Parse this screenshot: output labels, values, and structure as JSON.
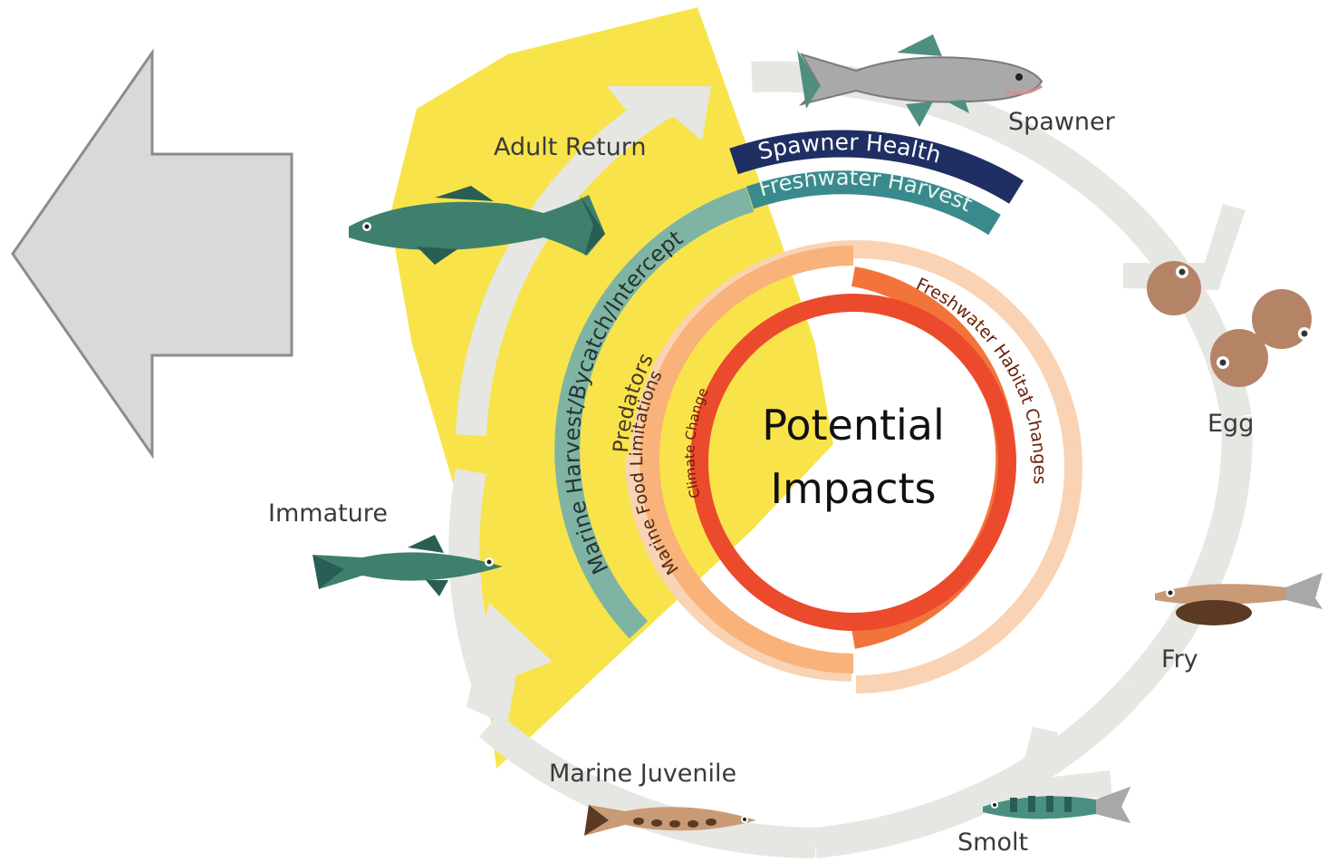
{
  "diagram": {
    "center_title_line1": "Potential",
    "center_title_line2": "Impacts",
    "stages": {
      "spawner": "Spawner",
      "egg": "Egg",
      "fry": "Fry",
      "smolt": "Smolt",
      "marine_juvenile": "Marine Juvenile",
      "immature": "Immature",
      "adult_return": "Adult Return"
    },
    "impacts": {
      "spawner_health": "Spawner Health",
      "freshwater_harvest": "Freshwater Harvest",
      "marine_harvest": "Marine Harvest/Bycatch/Intercept",
      "predators": "Predators",
      "marine_food": "Marine Food Limitations",
      "climate_change": "Climate Change",
      "freshwater_habitat": "Freshwater Habitat Changes"
    },
    "colors": {
      "highlight_wedge": "#f8e44a",
      "lifecycle_ring": "#e6e6e3",
      "spawner_health_band": "#1f2f63",
      "freshwater_harvest_band": "#3a8a8d",
      "marine_harvest_band": "#7fb4a4",
      "predators_ring": "#f9d3b3",
      "food_ring": "#f8b27a",
      "habitat_band": "#f2743a",
      "climate_ring": "#ec4a2c",
      "big_arrow": "#d9d9d9"
    }
  }
}
